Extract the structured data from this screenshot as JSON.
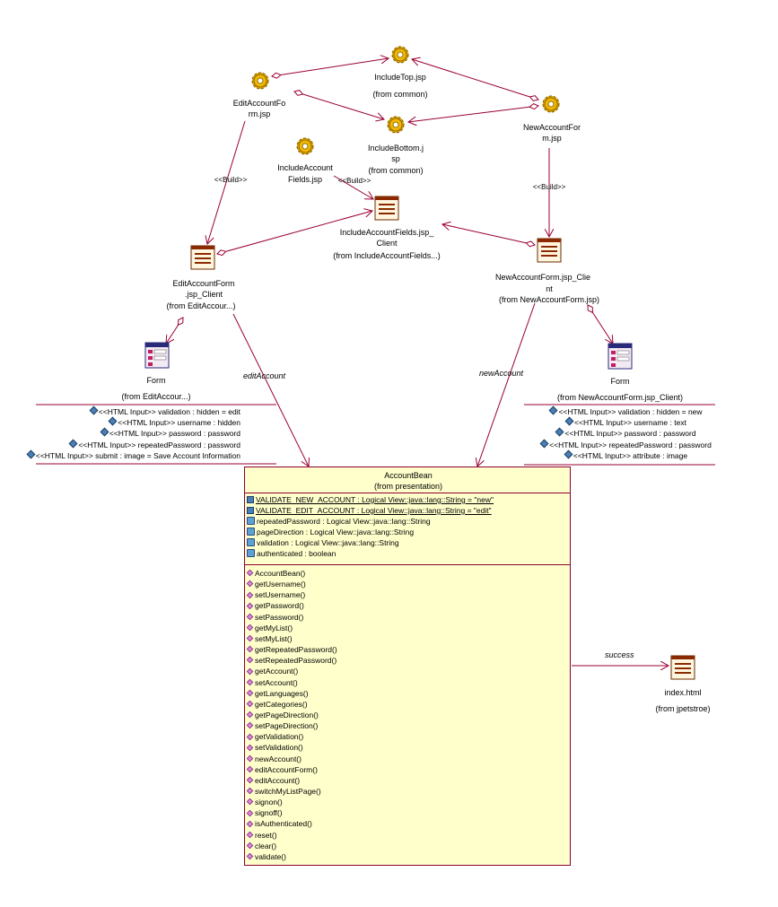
{
  "nodes": {
    "include_top": {
      "name": "IncludeTop.jsp",
      "from": "(from common)"
    },
    "edit_account_form": {
      "line1": "EditAccountFo",
      "line2": "rm.jsp"
    },
    "include_bottom": {
      "line1": "IncludeBottom.j",
      "line2": "sp",
      "from": "(from common)"
    },
    "new_account_form": {
      "line1": "NewAccountFor",
      "line2": "m.jsp"
    },
    "include_account_fields": {
      "line1": "IncludeAccount",
      "line2": "Fields.jsp"
    },
    "include_account_fields_client": {
      "line1": "IncludeAccountFields.jsp_",
      "line2": "Client",
      "from": "(from IncludeAccountFields...)"
    },
    "edit_account_form_client": {
      "line1": "EditAccountForm",
      "line2": ".jsp_Client",
      "from": "(from EditAccour...)"
    },
    "new_account_form_client": {
      "line1": "NewAccountForm.jsp_Clie",
      "line2": "nt",
      "from": "(from NewAccountForm.jsp)"
    },
    "form_left": {
      "name": "Form",
      "from": "(from EditAccour...)",
      "fields": [
        "<<HTML Input>> validation : hidden = edit",
        "<<HTML Input>> username : hidden",
        "<<HTML Input>> password : password",
        "<<HTML Input>> repeatedPassword : password",
        "<<HTML Input>> submit : image = Save Account Information"
      ]
    },
    "form_right": {
      "name": "Form",
      "from": "(from NewAccountForm.jsp_Client)",
      "fields": [
        "<<HTML Input>> validation : hidden = new",
        "<<HTML Input>> username : text",
        "<<HTML Input>> password : password",
        "<<HTML Input>> repeatedPassword : password",
        "<<HTML Input>> attribute : image"
      ]
    },
    "index_html": {
      "name": "index.html",
      "from": "(from jpetstroe)"
    }
  },
  "edges": {
    "build_left": "<<Build>>",
    "build_middle": "<<Build>>",
    "build_right": "<<Build>>",
    "edit_account": "editAccount",
    "new_account": "newAccount",
    "success": "success"
  },
  "account_bean": {
    "name": "AccountBean",
    "from": "(from presentation)",
    "static_attributes": [
      "VALIDATE_NEW_ACCOUNT : Logical View::java::lang::String = \"new\"",
      "VALIDATE_EDIT_ACCOUNT : Logical View::java::lang::String = \"edit\""
    ],
    "attributes": [
      "repeatedPassword : Logical View::java::lang::String",
      "pageDirection : Logical View::java::lang::String",
      "validation : Logical View::java::lang::String",
      "authenticated : boolean"
    ],
    "operations": [
      "AccountBean()",
      "getUsername()",
      "setUsername()",
      "getPassword()",
      "setPassword()",
      "getMyList()",
      "setMyList()",
      "getRepeatedPassword()",
      "setRepeatedPassword()",
      "getAccount()",
      "setAccount()",
      "getLanguages()",
      "getCategories()",
      "getPageDirection()",
      "setPageDirection()",
      "getValidation()",
      "setValidation()",
      "newAccount()",
      "editAccountForm()",
      "editAccount()",
      "switchMyListPage()",
      "signon()",
      "signoff()",
      "isAuthenticated()",
      "reset()",
      "clear()",
      "validate()"
    ]
  },
  "colors": {
    "line": "#990033",
    "class_fill": "#ffffcc",
    "gear": "#e0a800",
    "form_header": "#2a2a7a"
  }
}
